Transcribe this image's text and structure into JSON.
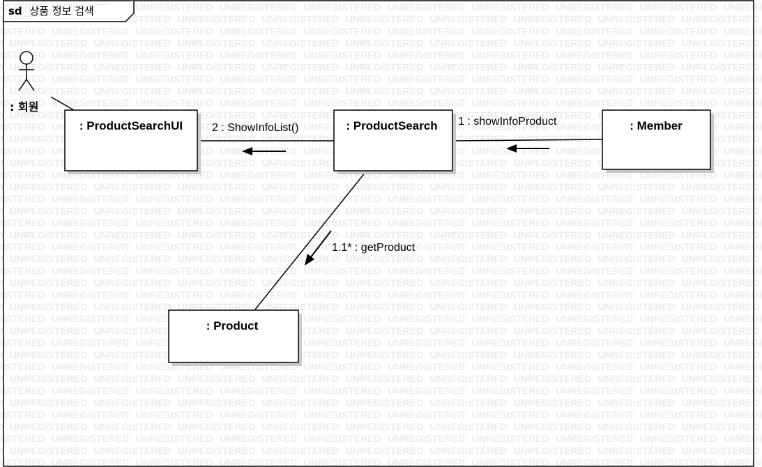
{
  "frame": {
    "keyword": "sd",
    "name": "상품 정보 검색"
  },
  "watermark_text": "UNREGISTERED",
  "actor": {
    "label": ": 회원"
  },
  "objects": {
    "product_search_ui": ": ProductSearchUI",
    "product_search": ": ProductSearch",
    "member": ": Member",
    "product": ": Product"
  },
  "messages": {
    "show_info_list": "2 : ShowInfoList()",
    "show_info_product": "1 : showInfoProduct",
    "get_product": "1.1* : getProduct"
  },
  "colors": {
    "line": "#000000",
    "shadow": "#c8c8c8",
    "watermark": "#ebebeb",
    "background": "#ffffff"
  }
}
